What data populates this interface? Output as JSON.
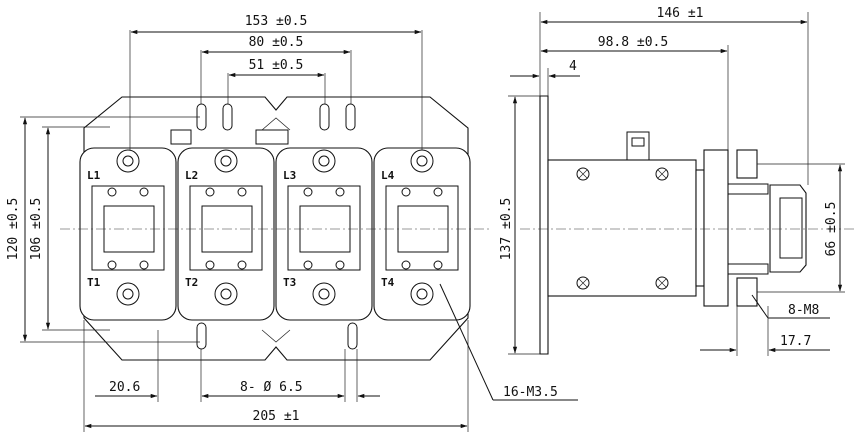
{
  "front_view": {
    "dims": {
      "width_153": "153 ±0.5",
      "width_80": "80 ±0.5",
      "width_51": "51 ±0.5",
      "height_120": "120 ±0.5",
      "height_106": "106 ±0.5",
      "width_20_6": "20.6",
      "holes": "8- Ø 6.5",
      "width_205": "205 ±1",
      "thread_callout": "16-M3.5"
    },
    "terminals_top": [
      "L1",
      "L2",
      "L3",
      "L4"
    ],
    "terminals_bottom": [
      "T1",
      "T2",
      "T3",
      "T4"
    ]
  },
  "side_view": {
    "dims": {
      "width_146": "146 ±1",
      "width_98_8": "98.8 ±0.5",
      "width_4": "4",
      "height_137": "137 ±0.5",
      "height_66": "66 ±0.5",
      "thread_callout": "8-M8",
      "width_17_7": "17.7"
    }
  }
}
